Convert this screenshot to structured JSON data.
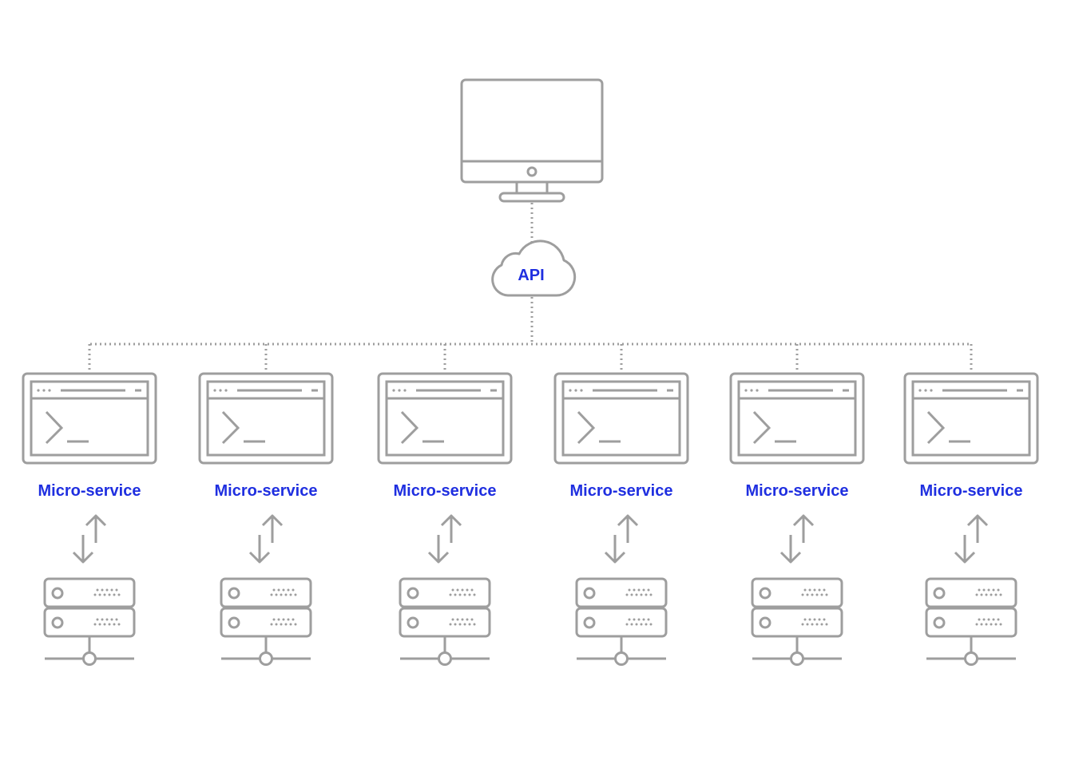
{
  "diagram": {
    "api_label": "API",
    "services": [
      {
        "label": "Micro-service"
      },
      {
        "label": "Micro-service"
      },
      {
        "label": "Micro-service"
      },
      {
        "label": "Micro-service"
      },
      {
        "label": "Micro-service"
      },
      {
        "label": "Micro-service"
      }
    ]
  },
  "colors": {
    "stroke": "#9e9e9e",
    "label": "#1f2fe0",
    "background": "#ffffff"
  },
  "icons": [
    "monitor-icon",
    "cloud-icon",
    "terminal-window-icon",
    "bidirectional-arrow-icon",
    "server-icon"
  ]
}
